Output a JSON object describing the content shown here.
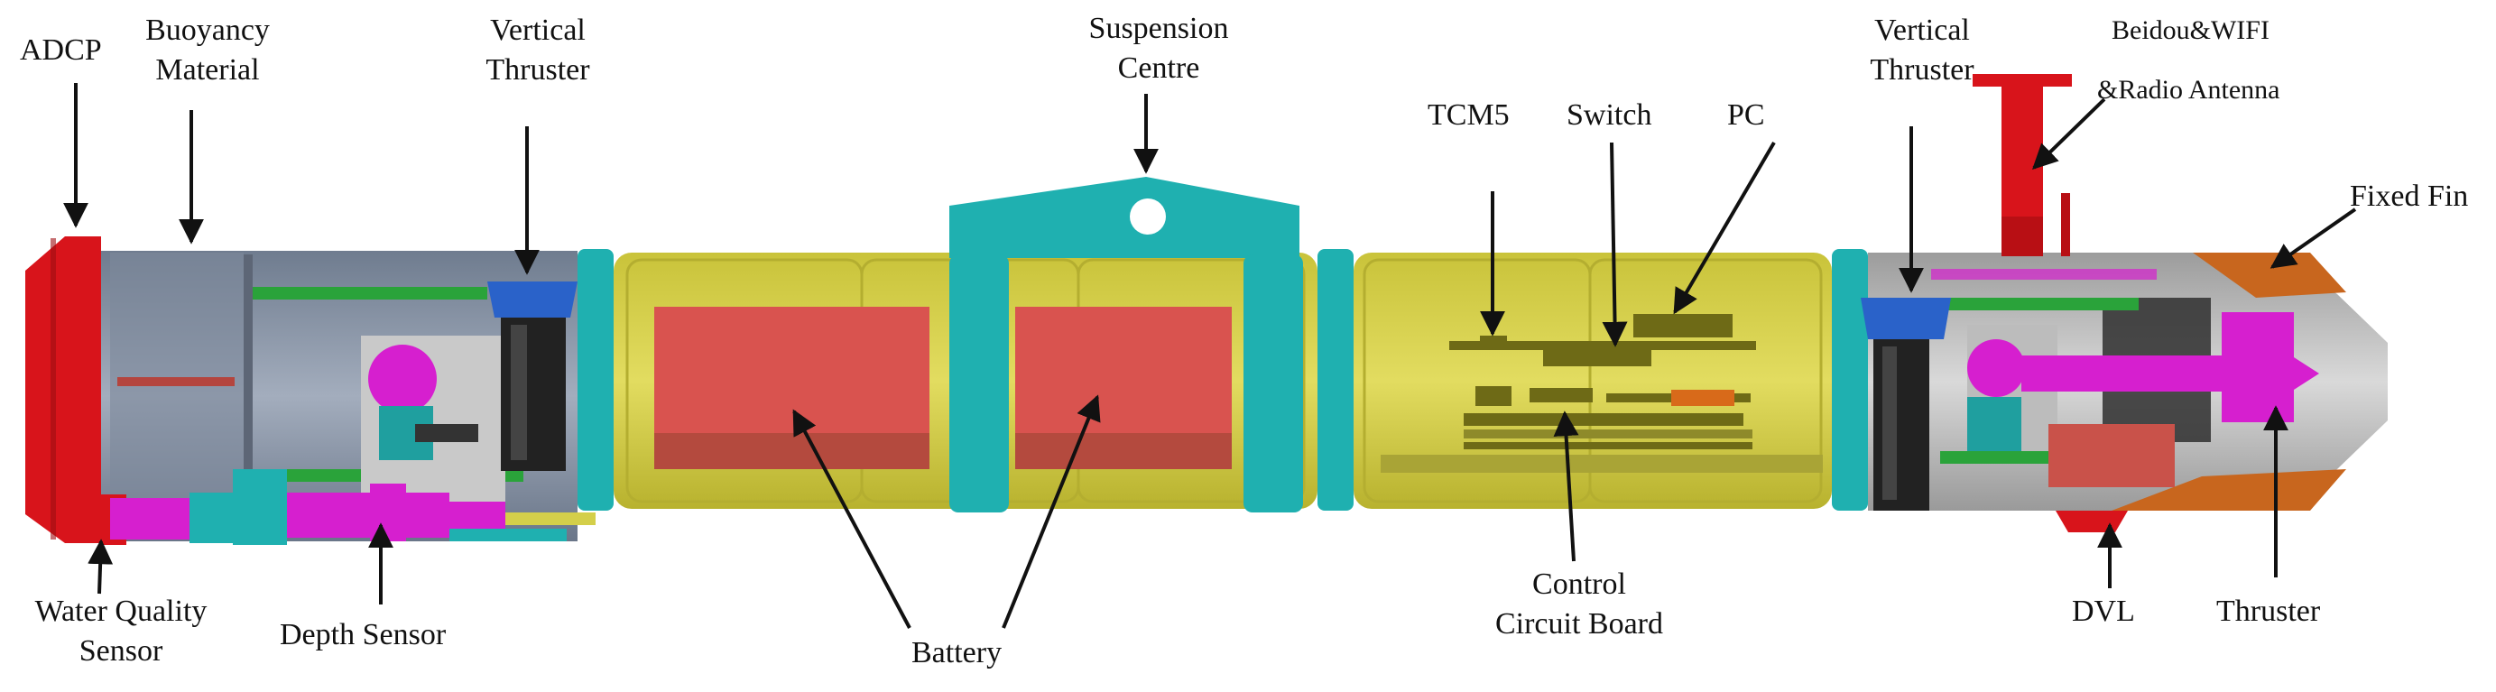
{
  "labels": {
    "adcp": "ADCP",
    "buoyancy_1": "Buoyancy",
    "buoyancy_2": "Material",
    "vthruster_left_1": "Vertical",
    "vthruster_left_2": "Thruster",
    "suspension_1": "Suspension",
    "suspension_2": "Centre",
    "tcm5": "TCM5",
    "switch": "Switch",
    "pc": "PC",
    "vthruster_right_1": "Vertical",
    "vthruster_right_2": "Thruster",
    "antenna_1": "Beidou&WIFI",
    "antenna_2": "&Radio  Antenna",
    "fixed_fin": "Fixed Fin",
    "water_quality_1": "Water Quality",
    "water_quality_2": "Sensor",
    "depth_sensor": "Depth Sensor",
    "battery": "Battery",
    "control_1": "Control",
    "control_2": "Circuit Board",
    "dvl": "DVL",
    "thruster": "Thruster"
  },
  "colors": {
    "hull_yellow": "#d4cf4a",
    "hull_yellow_dark": "#a9a436",
    "battery_red": "#d9534f",
    "teal": "#1fb0b0",
    "gray_body": "#8d97a8",
    "red_cap": "#d8141b",
    "magenta": "#d61fcf",
    "green": "#2aa33a",
    "blue": "#2a62c9",
    "olive": "#6e6a16",
    "orange_fin": "#c8661e",
    "tail_gray": "#bdbdbd"
  }
}
